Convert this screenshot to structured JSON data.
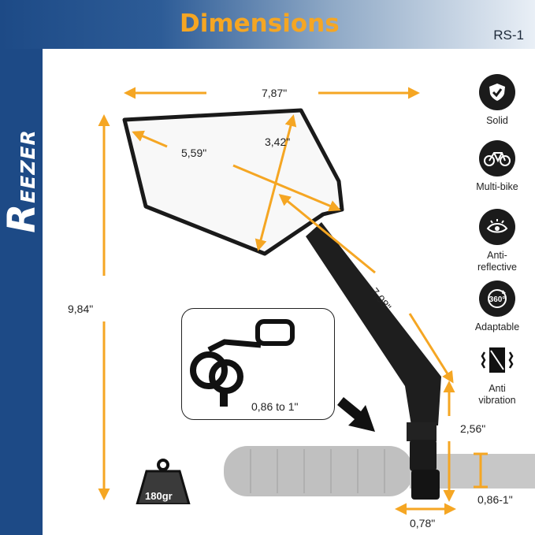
{
  "header": {
    "title": "Dimensions",
    "model": "RS-1"
  },
  "brand": {
    "name": "REEZER"
  },
  "measurements": {
    "width": "7,87\"",
    "height": "9,84\"",
    "diagonal": "5,59\"",
    "mirror_height": "3,42\"",
    "arm_length": "7,08\"",
    "clamp_height": "2,56\"",
    "handlebar_diameter": "0,86-1\"",
    "clamp_width": "0,78\"",
    "clamp_range": "0,86 to 1\"",
    "weight": "180gr"
  },
  "features": [
    {
      "label": "Solid",
      "icon": "shield-check-icon"
    },
    {
      "label": "Multi-bike",
      "icon": "bicycle-icon"
    },
    {
      "label": "Anti-\nreflective",
      "icon": "eye-sun-icon"
    },
    {
      "label": "Adaptable",
      "icon": "rotate-360-icon"
    },
    {
      "label": "Anti\nvibration",
      "icon": "vibration-icon"
    }
  ],
  "colors": {
    "accent": "#f5a623",
    "brand_blue": "#1d4a86",
    "dark": "#1b1b1b"
  }
}
